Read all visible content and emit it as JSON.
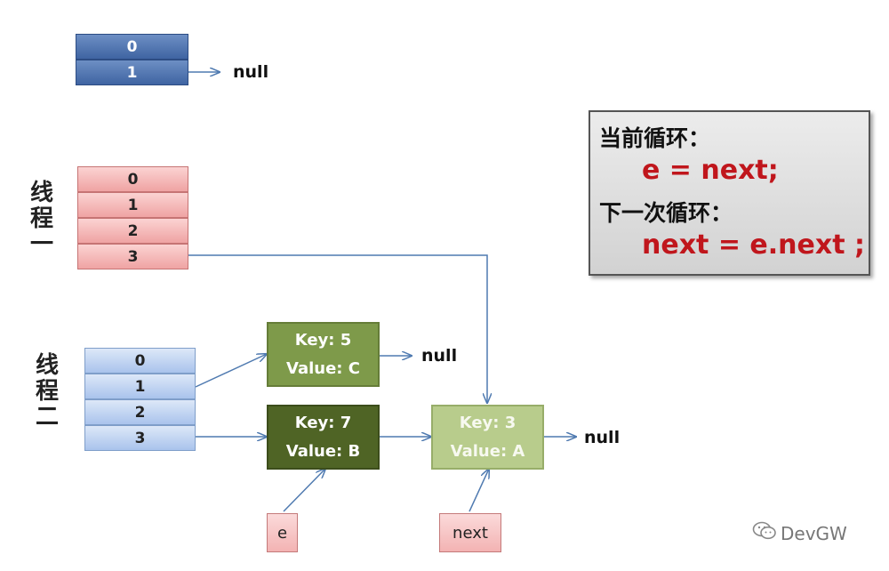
{
  "top_table": {
    "indices": [
      "0",
      "1"
    ],
    "null_label": "null"
  },
  "thread1": {
    "label_chars": [
      "线",
      "程",
      "一"
    ],
    "indices": [
      "0",
      "1",
      "2",
      "3"
    ]
  },
  "thread2": {
    "label_chars": [
      "线",
      "程",
      "二"
    ],
    "indices": [
      "0",
      "1",
      "2",
      "3"
    ]
  },
  "nodes": {
    "c": {
      "key": "Key: 5",
      "value": "Value: C",
      "next_label": "null"
    },
    "b": {
      "key": "Key: 7",
      "value": "Value: B"
    },
    "a": {
      "key": "Key: 3",
      "value": "Value: A",
      "next_label": "null"
    }
  },
  "pointers": {
    "e": "e",
    "next": "next"
  },
  "note": {
    "current_heading": "当前循环：",
    "current_code": "e = next;",
    "next_heading": "下一次循环：",
    "next_code": "next = e.next ;"
  },
  "watermark": "DevGW",
  "colors": {
    "arrow": "#4f7ab0",
    "code_red": "#c0161c",
    "node_dark": "#4f6425",
    "node_mid": "#7e9a4a",
    "node_light": "#b8cc8c"
  }
}
